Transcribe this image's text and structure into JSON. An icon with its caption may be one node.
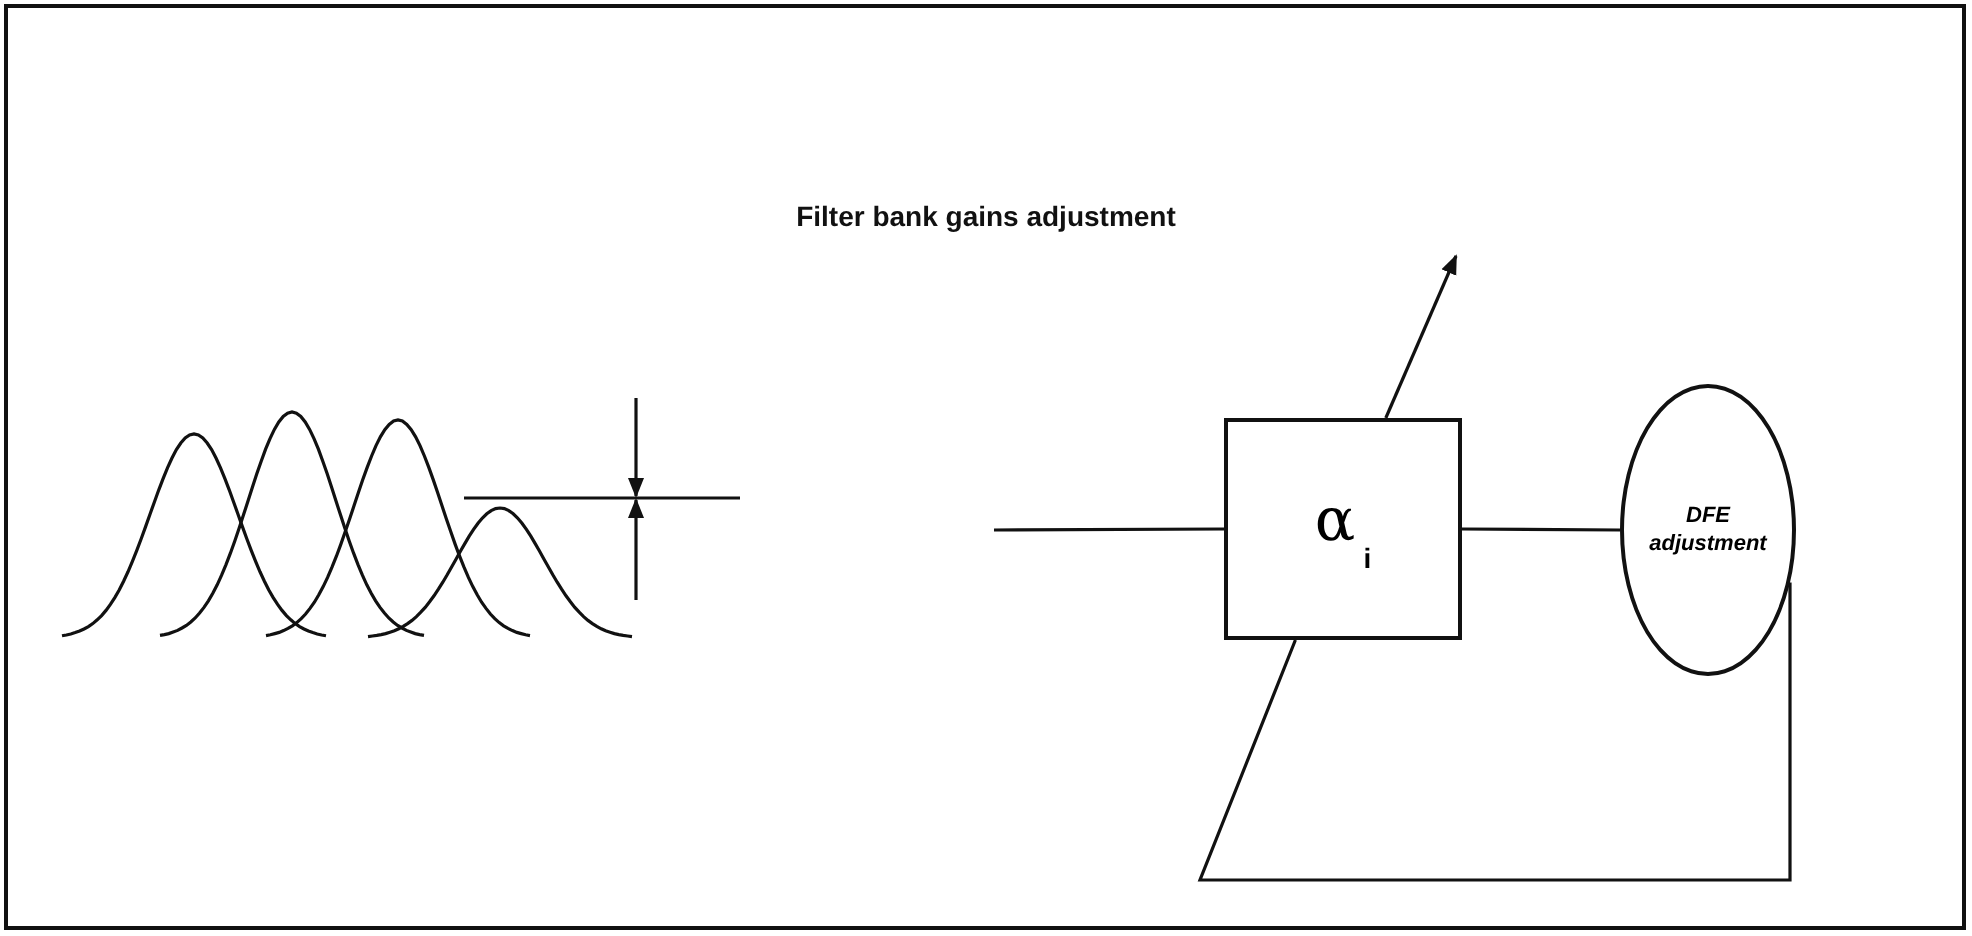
{
  "diagram": {
    "title": "Filter bank gains adjustment",
    "nodes": [
      {
        "text": [
          "α$_{i}$"
        ]
      },
      {
        "text": [
          "DFE adjustment"
        ]
      }
    ],
    "edges": [
      {
        "from": null,
        "to": 0,
        "arrow": "none"
      },
      {
        "from": 0,
        "to": null,
        "arrow": "to"
      },
      {
        "from": 0,
        "to": 1,
        "arrow": "none"
      },
      {
        "from": 1,
        "to": 0,
        "arrow": "none"
      }
    ]
  }
}
